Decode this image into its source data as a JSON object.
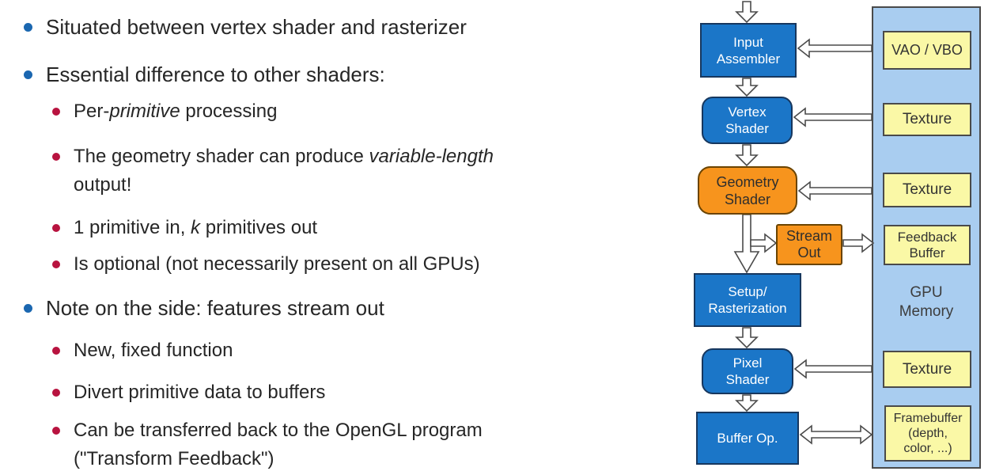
{
  "slide": {
    "bullets": [
      {
        "level": 1,
        "segments": [
          {
            "t": "Situated between vertex shader and rasterizer"
          }
        ]
      },
      {
        "level": 1,
        "segments": [
          {
            "t": "Essential difference to other shaders:"
          }
        ]
      },
      {
        "level": 2,
        "segments": [
          {
            "t": "Per-"
          },
          {
            "t": "primitive",
            "i": true
          },
          {
            "t": " processing"
          }
        ]
      },
      {
        "level": 2,
        "segments": [
          {
            "t": "The geometry shader can produce "
          },
          {
            "t": "variable-length",
            "i": true
          },
          {
            "t": "\noutput!"
          }
        ]
      },
      {
        "level": 2,
        "segments": [
          {
            "t": "1 primitive in, "
          },
          {
            "t": "k",
            "i": true
          },
          {
            "t": " primitives out"
          }
        ]
      },
      {
        "level": 2,
        "segments": [
          {
            "t": "Is optional (not necessarily present on all GPUs)"
          }
        ]
      },
      {
        "level": 1,
        "segments": [
          {
            "t": "Note on the side: features stream out"
          }
        ]
      },
      {
        "level": 2,
        "segments": [
          {
            "t": "New, fixed function"
          }
        ]
      },
      {
        "level": 2,
        "segments": [
          {
            "t": "Divert primitive data to buffers"
          }
        ]
      },
      {
        "level": 2,
        "segments": [
          {
            "t": "Can be transferred back to the OpenGL program\n(\"Transform Feedback\")"
          }
        ]
      }
    ],
    "diagram": {
      "nodes": {
        "input_assembler": {
          "label": "Input\nAssembler"
        },
        "vertex_shader": {
          "label": "Vertex\nShader"
        },
        "geometry_shader": {
          "label": "Geometry\nShader"
        },
        "stream_out": {
          "label": "Stream\nOut"
        },
        "setup_rasterization": {
          "label": "Setup/\nRasterization"
        },
        "pixel_shader": {
          "label": "Pixel\nShader"
        },
        "buffer_op": {
          "label": "Buffer Op."
        }
      },
      "memory": {
        "vao_vbo": "VAO / VBO",
        "texture_top": "Texture",
        "texture_mid": "Texture",
        "feedback_buffer": "Feedback\nBuffer",
        "gpu_memory_label": "GPU\nMemory",
        "texture_bottom": "Texture",
        "framebuffer": "Framebuffer\n(depth,\ncolor, ...)"
      },
      "colors": {
        "pipeline_blue": "#1b76c8",
        "highlight_orange": "#f7941d",
        "memory_panel_blue": "#a9cdf0",
        "memory_box_yellow": "#faf8a6",
        "bullet_blue": "#1b67b0",
        "bullet_red": "#b8133f"
      }
    }
  }
}
